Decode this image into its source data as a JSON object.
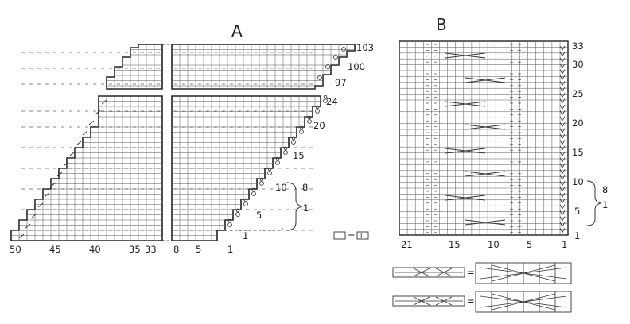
{
  "charts": {
    "a": {
      "title": "A",
      "row_labels": [
        "103",
        "100",
        "97",
        "24",
        "20",
        "15",
        "10",
        "5",
        "1"
      ],
      "bottom_labels": [
        "50",
        "45",
        "40",
        "35",
        "33",
        "8",
        "5",
        "1"
      ],
      "repeat_labels": [
        "8",
        "1"
      ]
    },
    "b": {
      "title": "B",
      "row_labels": [
        "33",
        "30",
        "25",
        "20",
        "15",
        "10",
        "5",
        "1"
      ],
      "bottom_labels": [
        "21",
        "15",
        "10",
        "5",
        "1"
      ],
      "repeat_labels": [
        "8",
        "1"
      ]
    }
  },
  "legend": {
    "equals": "=",
    "symbol_key": "I"
  },
  "colors": {
    "ink": "#222222",
    "grid": "#555555",
    "mark": "#333333"
  }
}
